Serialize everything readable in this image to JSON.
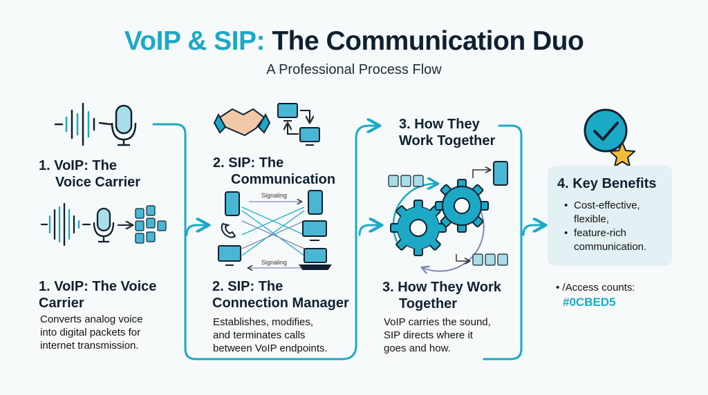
{
  "header": {
    "title_accent": "VoIP & SIP:",
    "title_rest": "The Communication Duo",
    "subtitle": "A Professional Process Flow"
  },
  "steps": [
    {
      "top_heading_line1": "1.  VoIP: The",
      "top_heading_line2": "Voice Carrier",
      "heading_line1": "1. VoIP: The Voice",
      "heading_line2": "Carrier",
      "description": [
        "Converts analog voice",
        "into digital packets for",
        "internet transmission."
      ]
    },
    {
      "top_heading_line1": "2. SIP: The",
      "top_heading_line2": "Communication",
      "heading_line1": "2. SIP: The",
      "heading_line2": "Connection Manager",
      "diagram_label_top": "Signaling",
      "diagram_label_bottom": "Signaling",
      "description": [
        "Establishes, modifies,",
        "and terminates calls",
        "between VoIP endpoints."
      ]
    },
    {
      "top_heading_line1": "3. How They",
      "top_heading_line2": "Work Together",
      "heading_line1": "3. How They Work",
      "heading_line2": "Together",
      "description": [
        "VoIP carries the sound,",
        "SIP directs where it",
        "goes and how."
      ]
    },
    {
      "heading": "4. Key Benefits",
      "benefits": [
        "Cost-effective,",
        "flexible,",
        "feature-rich",
        "communication."
      ],
      "note_label": "• /Access counts:",
      "note_value": "#0CBED5"
    }
  ],
  "colors": {
    "accent": "#1ba9c6",
    "dark": "#0f2030",
    "card": "#e4f1f4",
    "star": "#f5b93a",
    "flow_arrow": "#7c84b8"
  }
}
